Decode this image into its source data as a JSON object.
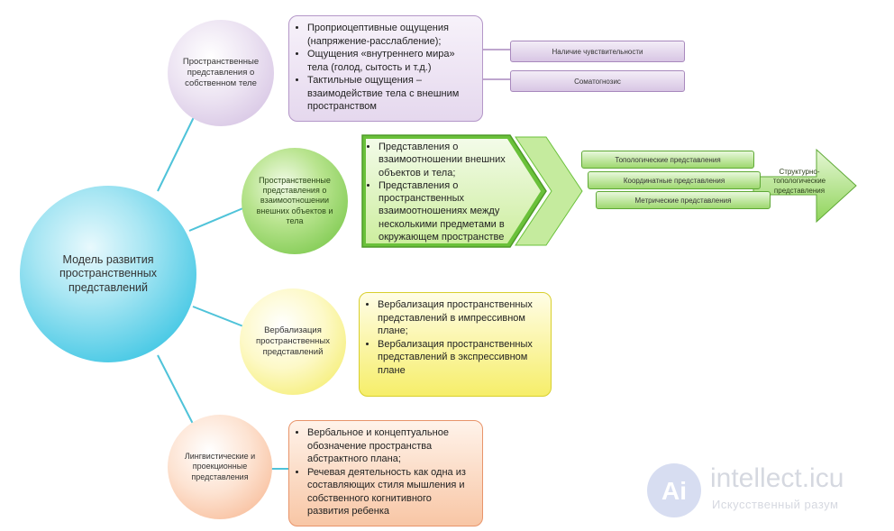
{
  "main": {
    "label": "Модель развития пространственных представлений"
  },
  "branches": [
    {
      "circle": "Пространственные представления о собственном теле",
      "items": [
        "Проприоцептивные ощущения (напряжение-расслабление);",
        "Ощущения «внутреннего мира» тела (голод, сытость и т.д.)",
        "Тактильные ощущения – взаимодействие тела с внешним пространством"
      ],
      "tags": [
        "Наличие чувствительности",
        "Соматогнозис"
      ]
    },
    {
      "circle": "Пространственные представления о взаимоотношении внешних объектов и тела",
      "items": [
        "Представления о взаимоотношении внешних объектов и тела;",
        "Представления о пространственных взаимоотношениях между несколькими предметами в окружающем пространстве"
      ],
      "tags": [
        "Топологические представления",
        "Координатные представления",
        "Метрические представления"
      ],
      "arrow_label": "Структурно-топологические представления"
    },
    {
      "circle": "Вербализация пространственных представлений",
      "items": [
        "Вербализация пространственных представлений в импрессивном плане;",
        "Вербализация пространственных представлений в экспрессивном плане"
      ]
    },
    {
      "circle": "Лингвистические и проекционные представления",
      "items": [
        "Вербальное и концептуальное обозначение пространства абстрактного плана;",
        "Речевая деятельность как одна из составляющих стиля мышления и собственного когнитивного развития ребенка"
      ]
    }
  ],
  "watermark": {
    "logo_letters": "Ai",
    "site": "intellect.icu",
    "tagline": "Искусственный разум"
  },
  "colors": {
    "main": "#4fcbe6",
    "purple": "#cfbadf",
    "green": "#6ac13a",
    "yellow": "#f2ea56",
    "orange": "#f6b087",
    "connector": "#4fc3d9"
  }
}
